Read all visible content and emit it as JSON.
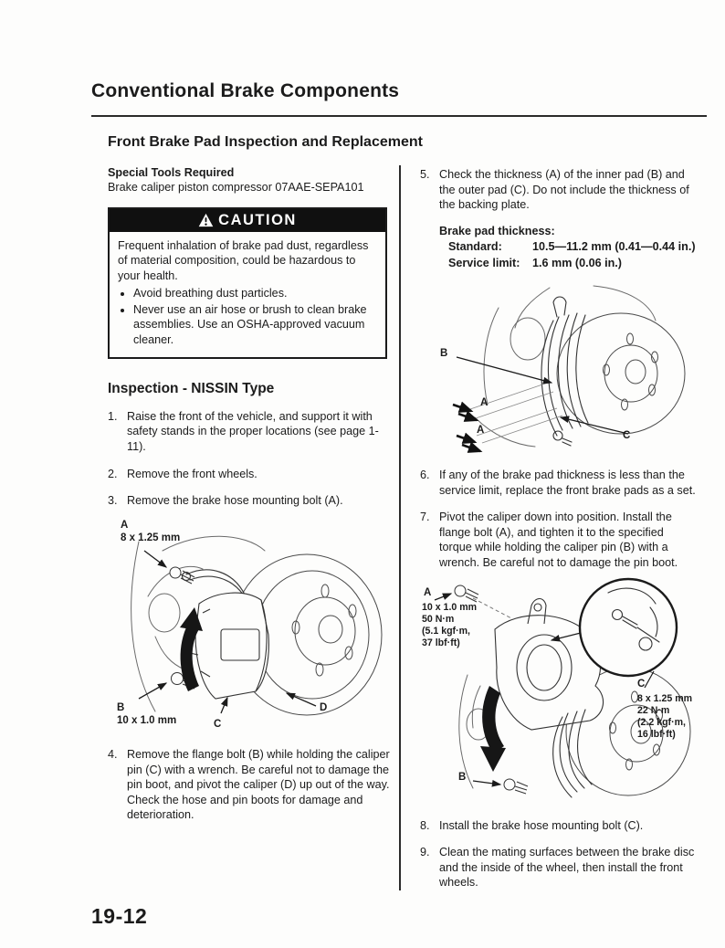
{
  "page": {
    "title": "Conventional Brake Components",
    "section_title": "Front Brake Pad Inspection and Replacement",
    "page_number": "19-12"
  },
  "colors": {
    "ink": "#1b1b1b",
    "caution_bar": "#101010",
    "paper": "#fdfdfc"
  },
  "left": {
    "special_tools_heading": "Special Tools Required",
    "special_tools_item": "Brake caliper piston compressor 07AAE-SEPA101",
    "caution": {
      "title": "CAUTION",
      "body": "Frequent inhalation of brake pad dust, regardless of material composition, could be hazardous to your health.",
      "bullets": [
        "Avoid breathing dust particles.",
        "Never use an air hose or brush to clean brake assemblies. Use an OSHA-approved vacuum cleaner."
      ]
    },
    "inspection_heading": "Inspection - NISSIN Type",
    "steps": [
      {
        "num": "1.",
        "text": "Raise the front of the vehicle, and support it with safety stands in the proper locations (see page 1-11)."
      },
      {
        "num": "2.",
        "text": "Remove the front wheels."
      },
      {
        "num": "3.",
        "text": "Remove the brake hose mounting bolt (A)."
      },
      {
        "num": "4.",
        "text": "Remove the flange bolt (B) while holding the caliper pin (C) with a wrench. Be careful not to damage the pin boot, and pivot the caliper (D) up out of the way. Check the hose and pin boots for damage and deterioration."
      }
    ],
    "figure1": {
      "label_a": "A",
      "size_a": "8 x 1.25 mm",
      "label_b": "B",
      "size_b": "10 x 1.0 mm",
      "label_c": "C",
      "label_d": "D"
    }
  },
  "right": {
    "steps": [
      {
        "num": "5.",
        "text": "Check the thickness (A) of the inner pad (B) and the outer pad (C). Do not include the thickness of the backing plate."
      },
      {
        "num": "6.",
        "text": "If any of the brake pad thickness is less than the service limit, replace the front brake pads as a set."
      },
      {
        "num": "7.",
        "text": "Pivot the caliper down into position. Install the flange bolt (A), and tighten it to the specified torque while holding the caliper pin (B) with a wrench. Be careful not to damage the pin boot."
      },
      {
        "num": "8.",
        "text": "Install the brake hose mounting bolt (C)."
      },
      {
        "num": "9.",
        "text": "Clean the mating surfaces between the brake disc and the inside of the wheel, then install the front wheels."
      }
    ],
    "spec": {
      "heading": "Brake pad thickness:",
      "standard_label": "Standard:",
      "standard_value": "10.5—11.2 mm (0.41—0.44 in.)",
      "service_label": "Service limit:",
      "service_value": "1.6 mm (0.06 in.)"
    },
    "figure2": {
      "label_a1": "A",
      "label_a2": "A",
      "label_b": "B",
      "label_c": "C"
    },
    "figure3": {
      "label_a": "A",
      "spec_a": "10 x 1.0 mm\n50 N·m\n(5.1 kgf·m,\n37 lbf·ft)",
      "label_b": "B",
      "label_c": "C",
      "spec_c": "8 x 1.25 mm\n22 N·m\n(2.2 kgf·m,\n16 lbf·ft)"
    }
  }
}
